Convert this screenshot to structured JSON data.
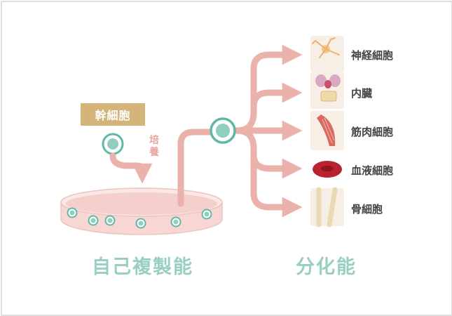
{
  "stem_cell_label": "幹細胞",
  "culture_label": "培養",
  "differentiated": [
    {
      "label": "神経細胞",
      "icon": "neuron-icon"
    },
    {
      "label": "内臓",
      "icon": "organs-icon"
    },
    {
      "label": "筋肉細胞",
      "icon": "muscle-icon"
    },
    {
      "label": "血液細胞",
      "icon": "red-blood-cell-icon"
    },
    {
      "label": "骨細胞",
      "icon": "bone-icon"
    }
  ],
  "abilities": {
    "self_renewal": "自己複製能",
    "differentiation": "分化能"
  },
  "colors": {
    "arrow": "#ebb1ab",
    "cell_ring": "#5fb8a5",
    "cell_core": "#8fcfc0",
    "badge": "#d4b478",
    "ability_text": "#99cfc3",
    "dish": "#f7d6d4"
  }
}
